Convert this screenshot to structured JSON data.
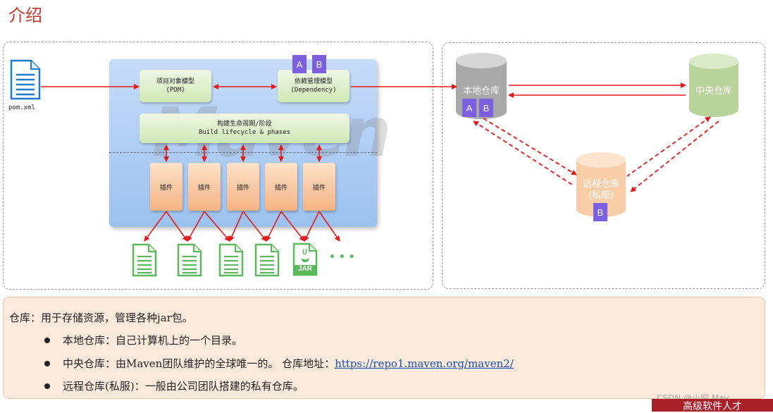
{
  "title": "介绍",
  "pom_label": "pom.xml",
  "pom_model": {
    "line1": "项目对象模型",
    "line2": "(POM)"
  },
  "dependency_model": {
    "line1": "依赖管理模型",
    "line2": "(Dependency)"
  },
  "lifecycle": {
    "line1": "构建生命周期/阶段",
    "line2": "Build lifecycle & phases"
  },
  "plugins": [
    "插件",
    "插件",
    "插件",
    "插件",
    "插件"
  ],
  "watermark": "Maven",
  "badges": {
    "a": "A",
    "b": "B"
  },
  "jar_label": "JAR",
  "ellipsis": "• • •",
  "repos": {
    "local": "本地仓库",
    "central": "中央仓库",
    "remote_line1": "远程仓库",
    "remote_line2": "(私服)"
  },
  "info": {
    "intro": "仓库：用于存储资源，管理各种jar包。",
    "local": "本地仓库：自己计算机上的一个目录。",
    "central_text": "中央仓库：由Maven团队维护的全球唯一的。 仓库地址：",
    "central_url": "https://repo1.maven.org/maven2/",
    "remote": "远程仓库(私服)：一般由公司团队搭建的私有仓库。"
  },
  "footer": {
    "csdn": "CSDN @小昭 May",
    "slogan": "高级软件人才"
  },
  "colors": {
    "title": "#c0392b",
    "arrow": "#e31a1c",
    "badge": "#7b5fe0",
    "file_green": "#5cb85c"
  }
}
